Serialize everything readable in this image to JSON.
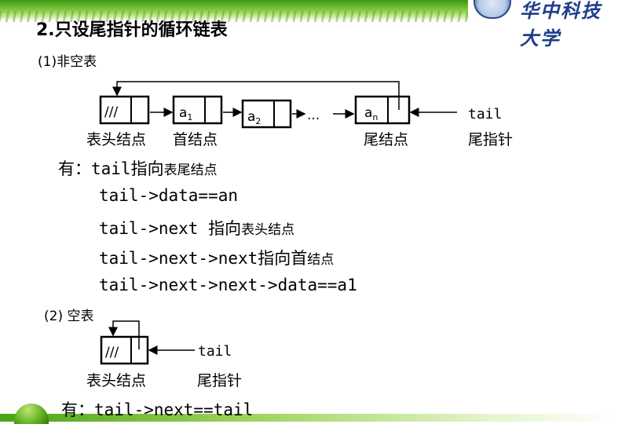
{
  "header": {
    "university": "华中科技大学"
  },
  "title": "2.只设尾指针的循环链表",
  "section1": {
    "heading": "(1)非空表",
    "diagram": {
      "node_head_data": "///",
      "node1_data": "a",
      "node1_sub": "1",
      "node2_data": "a",
      "node2_sub": "2",
      "ellipsis": "...",
      "noden_data": "a",
      "noden_sub": "n",
      "pointer_label": "tail",
      "label_head": "表头结点",
      "label_first": "首结点",
      "label_tail_node": "尾结点",
      "label_tail_pointer": "尾指针"
    },
    "statements": [
      {
        "code": "有：tail",
        "text": "指向",
        "small": "表尾结点"
      },
      {
        "code": "tail->data==an",
        "text": "",
        "small": ""
      },
      {
        "code": "tail->next ",
        "text": "指向",
        "small": "表头结点"
      },
      {
        "code": "tail->next->next",
        "text": "指向首",
        "small": "结点"
      },
      {
        "code": "tail->next->next->data==a1",
        "text": "",
        "small": ""
      }
    ]
  },
  "section2": {
    "heading": "(2) 空表",
    "diagram": {
      "node_head_data": "///",
      "pointer_label": "tail",
      "label_head": "表头结点",
      "label_tail_pointer": "尾指针"
    },
    "conclusion": "有：tail->next==tail"
  }
}
